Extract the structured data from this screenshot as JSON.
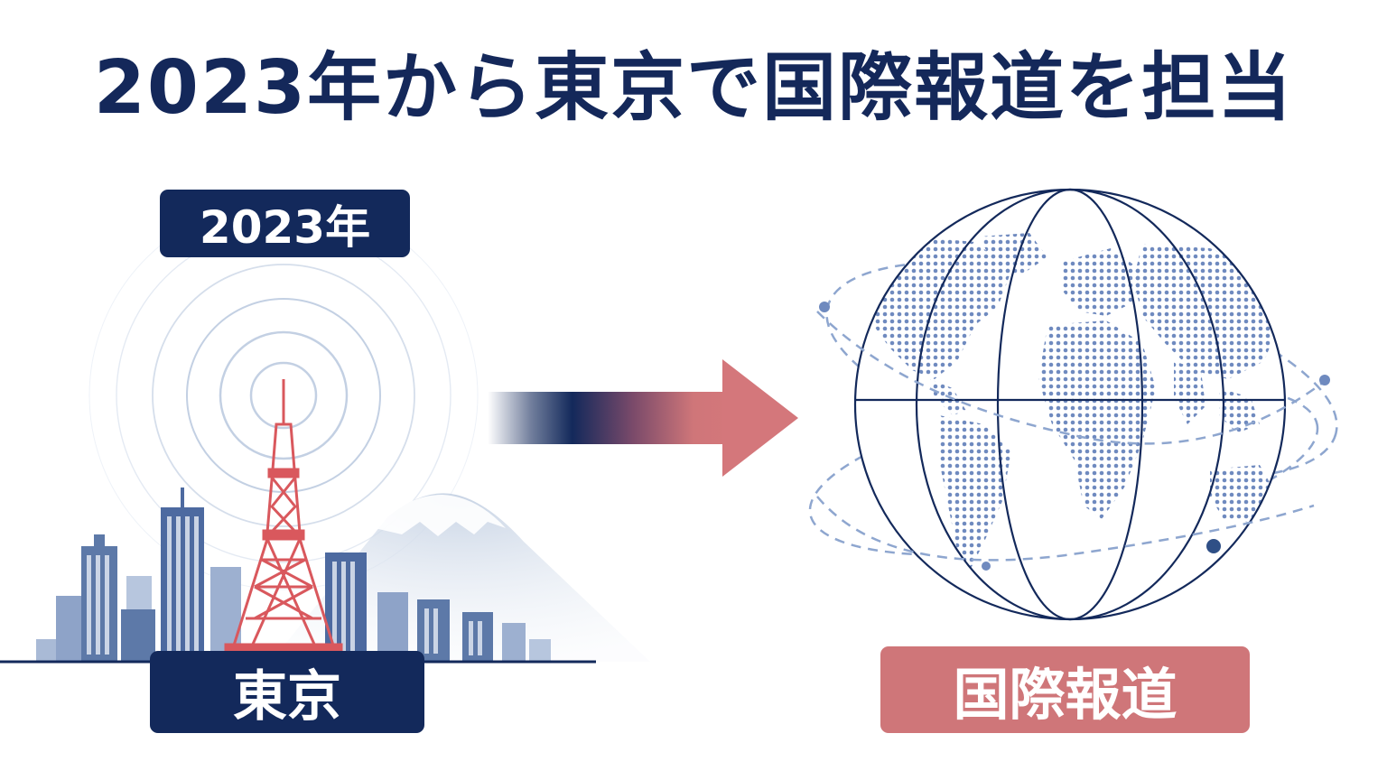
{
  "title": "2023年から東京で国際報道を担当",
  "badges": {
    "year": "2023年",
    "city": "東京",
    "topic": "国際報道"
  },
  "colors": {
    "navy": "#13295b",
    "rose": "#cf7679",
    "skyline_blue": "#5d79a8",
    "light_blue": "#c9d5e6",
    "tower_red": "#d9585d"
  },
  "icons": {
    "left": "tokyo-tower-skyline-icon",
    "center": "arrow-right-icon",
    "right": "globe-icon"
  }
}
